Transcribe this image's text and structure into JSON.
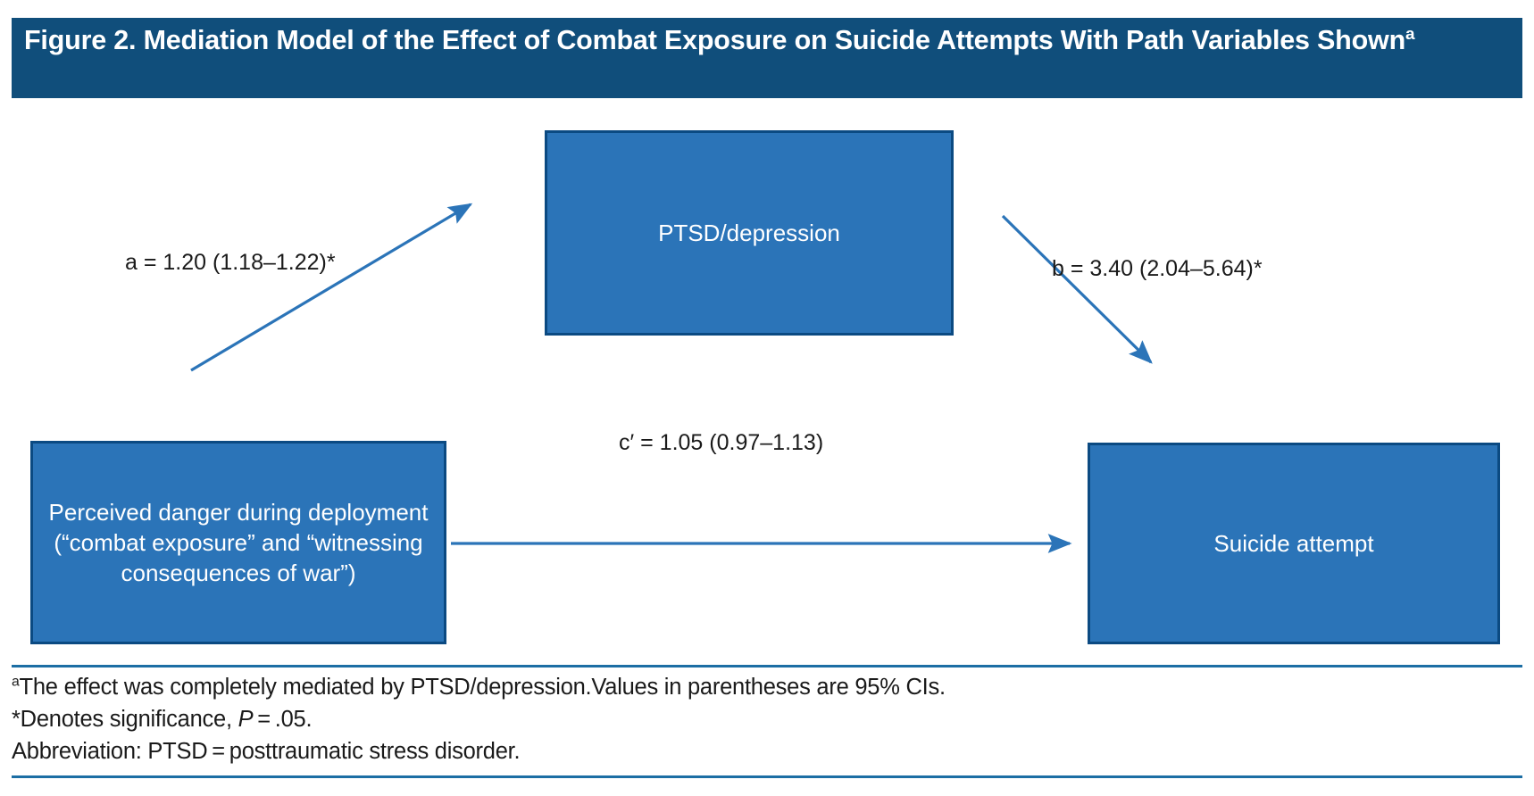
{
  "figure": {
    "title_prefix": "Figure 2. Mediation Model of the Effect of Combat Exposure on Suicide Attempts With Path Variables Shown",
    "title_superscript": "a",
    "banner_color": "#104E7B",
    "box_fill_color": "#2B74B8",
    "box_border_color": "#0B4A82",
    "arrow_color": "#2B74B8",
    "rule_color": "#1C6EA4"
  },
  "nodes": {
    "mediator": {
      "label": "PTSD/depression"
    },
    "predictor": {
      "label": "Perceived danger during deployment (“combat exposure” and “witnessing consequences of war”)"
    },
    "outcome": {
      "label": "Suicide attempt"
    }
  },
  "paths": {
    "a": {
      "label": "a = 1.20 (1.18–1.22)*",
      "from": "predictor",
      "to": "mediator",
      "coefficient": 1.2,
      "ci_low": 1.18,
      "ci_high": 1.22,
      "significant": true
    },
    "b": {
      "label": "b = 3.40 (2.04–5.64)*",
      "from": "mediator",
      "to": "outcome",
      "coefficient": 3.4,
      "ci_low": 2.04,
      "ci_high": 5.64,
      "significant": true
    },
    "c_prime": {
      "label": "c′ = 1.05 (0.97–1.13)",
      "from": "predictor",
      "to": "outcome",
      "coefficient": 1.05,
      "ci_low": 0.97,
      "ci_high": 1.13,
      "significant": false
    }
  },
  "footnotes": {
    "marker_a": "a",
    "line_a": "The effect was completely mediated by PTSD/depression.Values in parentheses are 95% CIs.",
    "line_b_prefix": "*Denotes significance, ",
    "line_b_italic": "P",
    "line_b_suffix": " = .05.",
    "line_c": "Abbreviation: PTSD = posttraumatic stress disorder."
  }
}
